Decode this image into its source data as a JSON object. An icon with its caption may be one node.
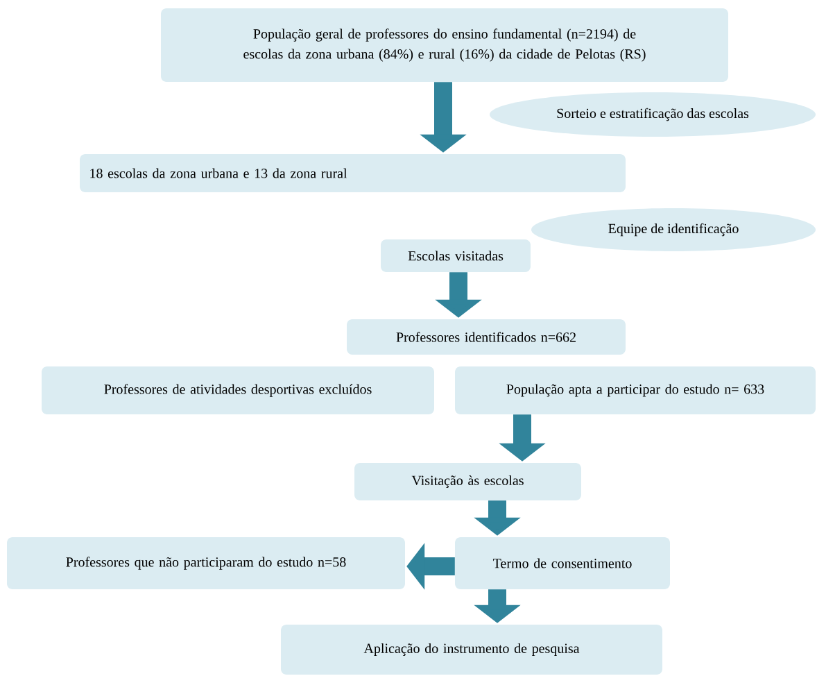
{
  "diagram": {
    "nodes": [
      {
        "text": [
          "População geral de professores do ensino fundamental (n=2194) de escolas da zona urbana (84%) e rural (16%) da cidade de Pelotas (RS)"
        ]
      },
      {
        "text": [
          "Sorteio e estratificação das escolas"
        ]
      },
      {
        "text": [
          "18 escolas da zona urbana e 13 da zona rural"
        ]
      },
      {
        "text": [
          "Equipe de identificação"
        ]
      },
      {
        "text": [
          "Escolas visitadas"
        ]
      },
      {
        "text": [
          "Professores identificados n=662"
        ]
      },
      {
        "text": [
          "Professores de atividades desportivas excluídos"
        ]
      },
      {
        "text": [
          "População apta a participar do estudo n= 633"
        ]
      },
      {
        "text": [
          "Visitação às escolas"
        ]
      },
      {
        "text": [
          "Professores que não participaram do estudo n=58"
        ]
      },
      {
        "text": [
          "Termo de consentimento"
        ]
      },
      {
        "text": [
          "Aplicação do instrumento de pesquisa"
        ]
      }
    ],
    "edges": [
      {
        "from": 0,
        "to": 2,
        "arrow": "to"
      },
      {
        "from": 4,
        "to": 5,
        "arrow": "to"
      },
      {
        "from": 7,
        "to": 8,
        "arrow": "to"
      },
      {
        "from": 8,
        "to": 10,
        "arrow": "to"
      },
      {
        "from": 10,
        "to": 9,
        "arrow": "to"
      },
      {
        "from": 10,
        "to": 11,
        "arrow": "to"
      }
    ]
  }
}
